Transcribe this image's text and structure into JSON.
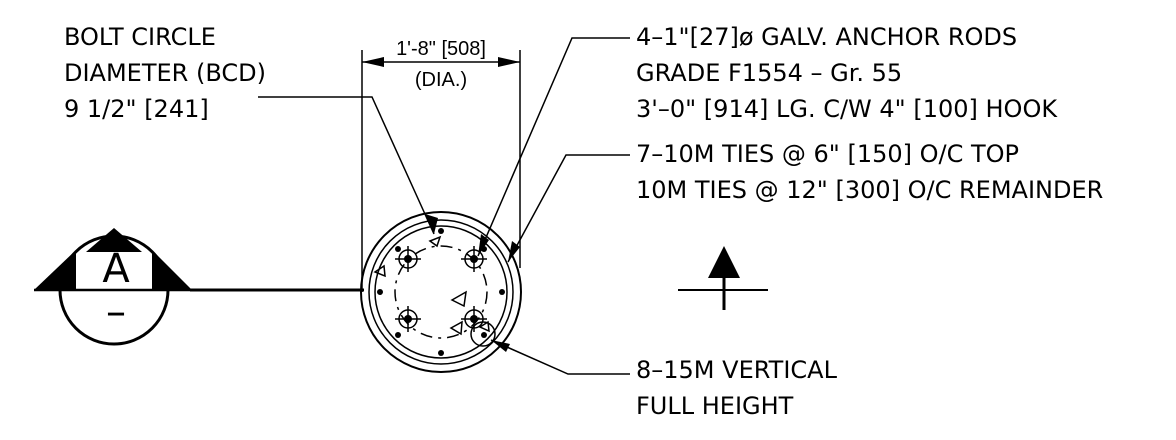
{
  "bcd_note": {
    "line1": "BOLT CIRCLE",
    "line2": "DIAMETER (BCD)",
    "line3": "9 1/2\" [241]"
  },
  "dimension": {
    "value": "1'-8\" [508]",
    "suffix": "(DIA.)"
  },
  "anchor_note": {
    "line1": "4–1\"[27]ø GALV. ANCHOR RODS",
    "line2": "GRADE F1554 – Gr. 55",
    "line3": "3'–0\" [914] LG. C/W 4\" [100] HOOK"
  },
  "ties_note": {
    "line1": "7–10M TIES @ 6\" [150] O/C TOP",
    "line2": "10M TIES @ 12\" [300] O/C REMAINDER"
  },
  "vertical_note": {
    "line1": "8–15M VERTICAL",
    "line2": "FULL HEIGHT"
  },
  "section_tag": {
    "letter": "A",
    "sub": "–"
  }
}
